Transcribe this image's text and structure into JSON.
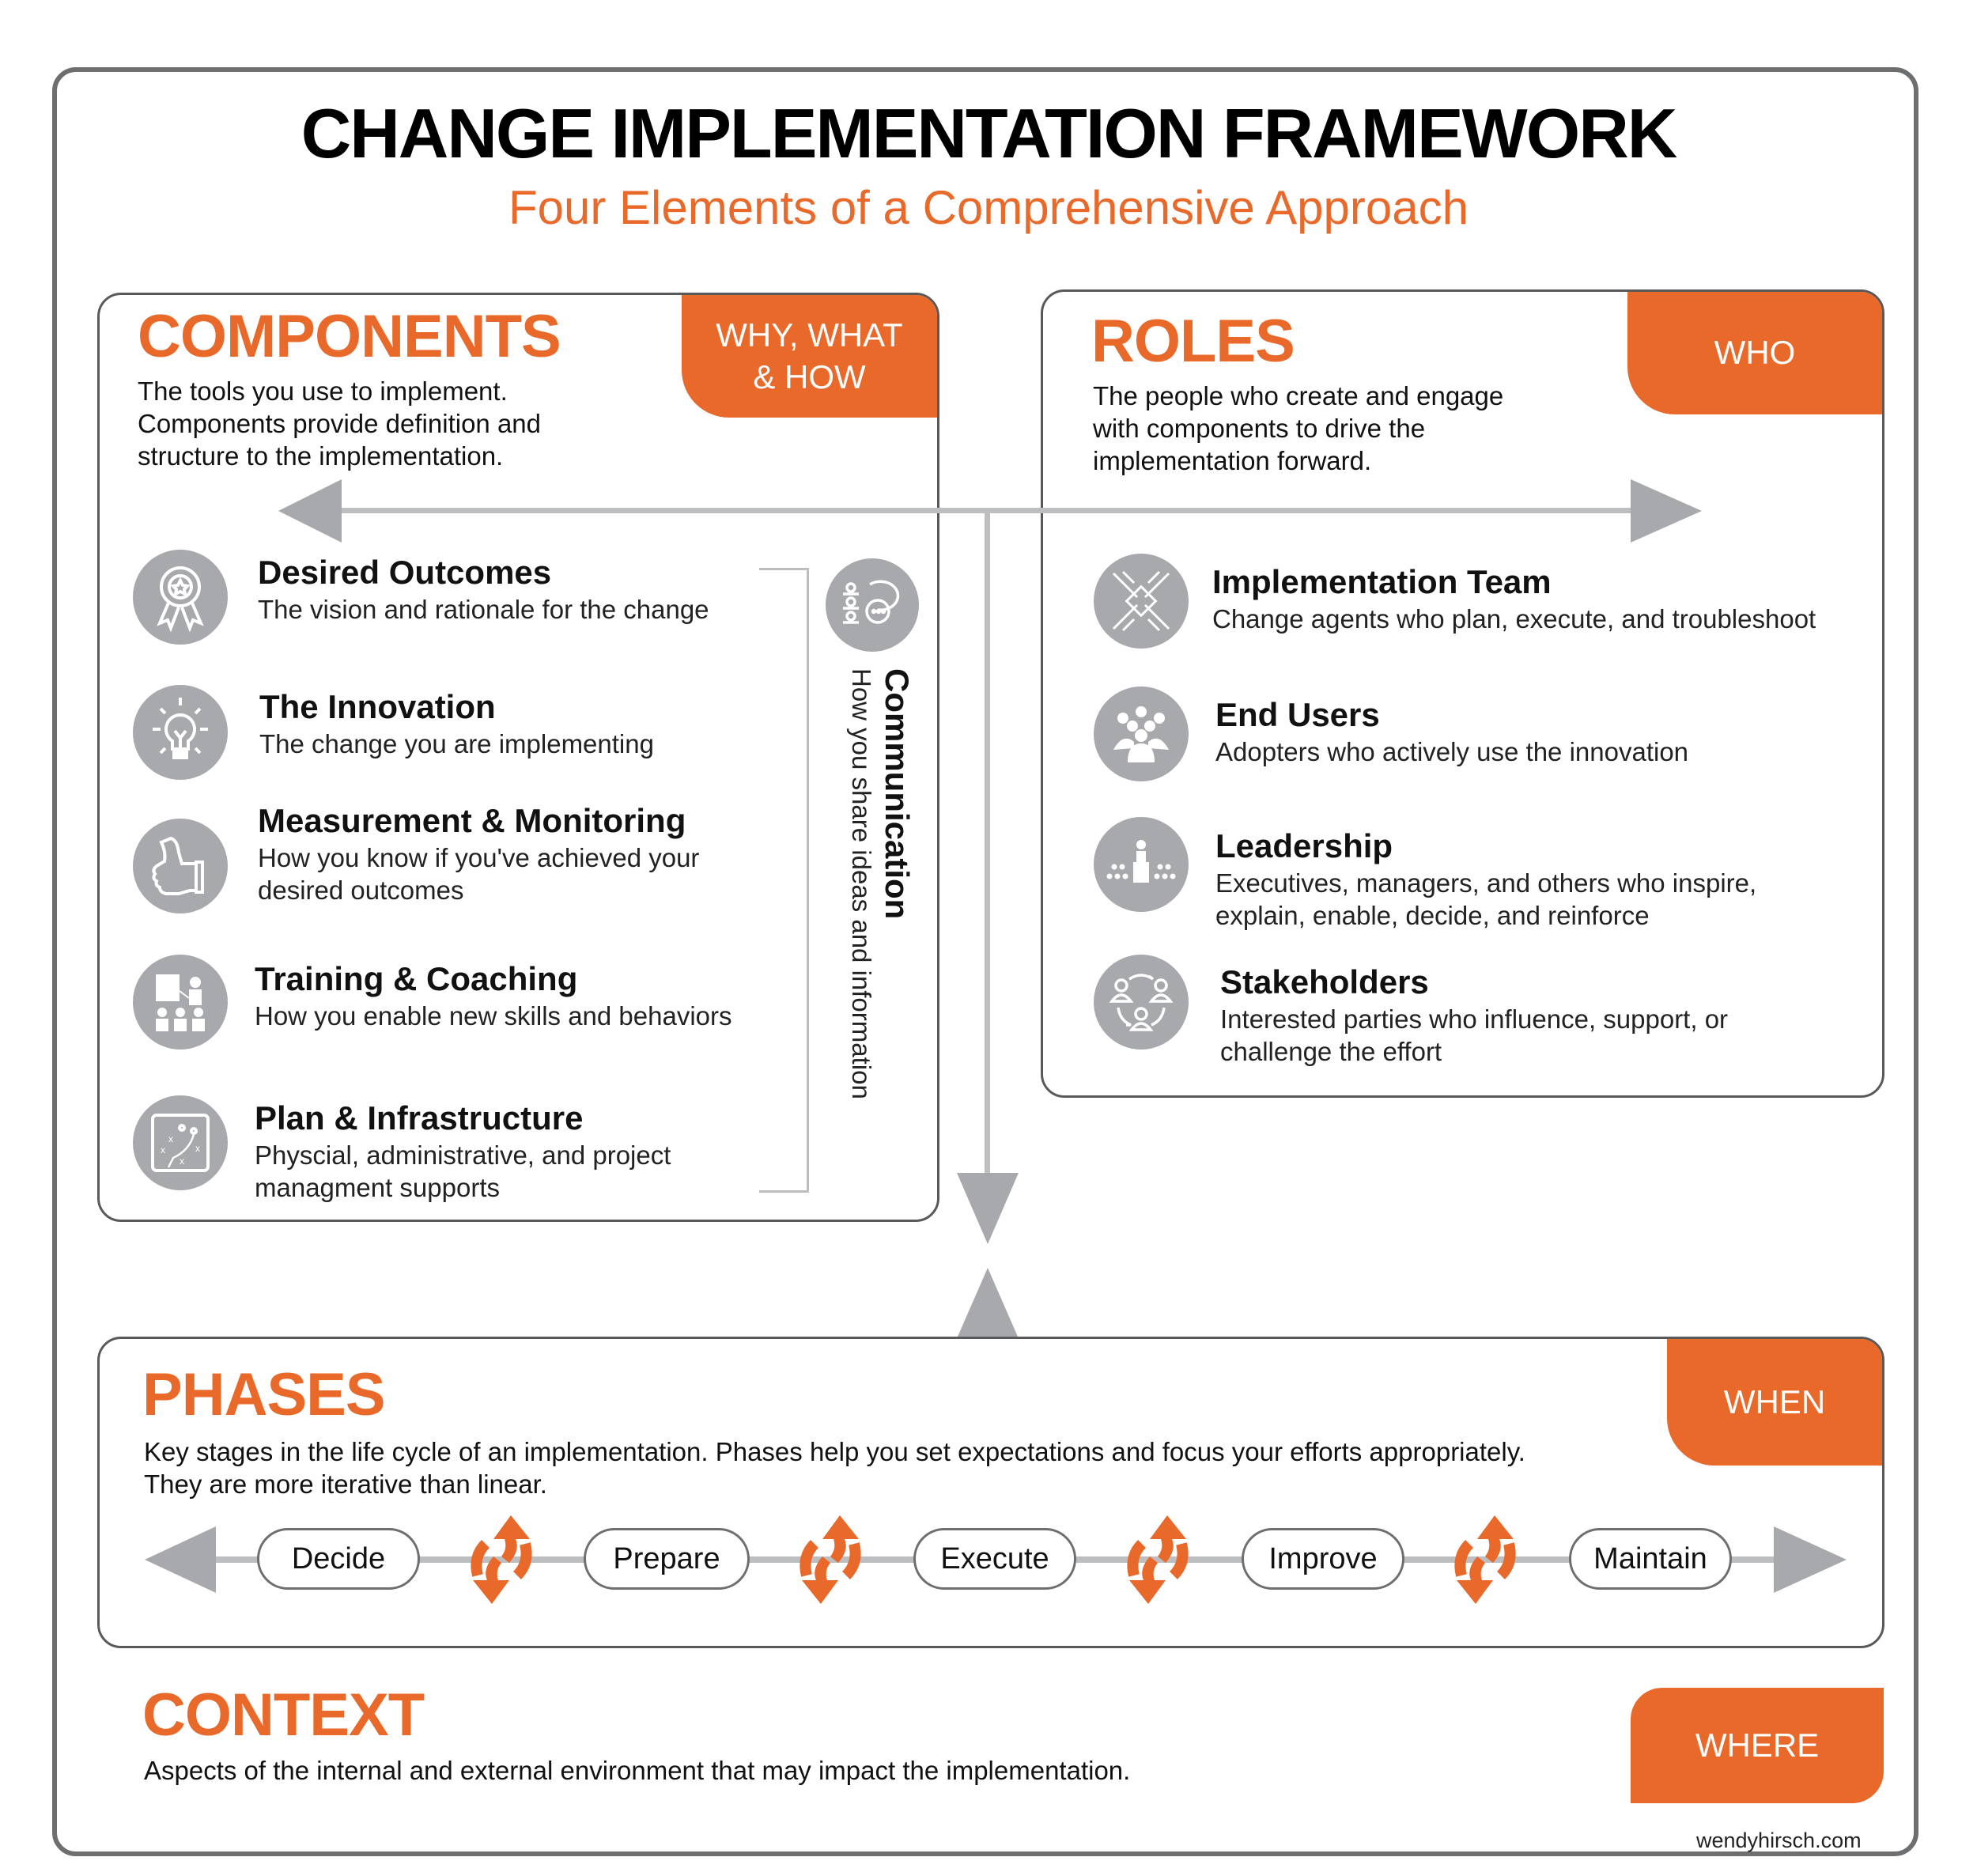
{
  "header": {
    "title": "CHANGE IMPLEMENTATION FRAMEWORK",
    "subtitle": "Four Elements of a Comprehensive Approach"
  },
  "colors": {
    "accent": "#e8692a",
    "icon_gray": "#a7a9ac",
    "arrow_gray": "#a7a9ac",
    "line_gray": "#bcbec0",
    "border": "#58595b"
  },
  "components": {
    "title": "COMPONENTS",
    "tab": "WHY, WHAT & HOW",
    "tab_line1": "WHY, WHAT",
    "tab_line2": "& HOW",
    "desc_lines": [
      "The tools you use to implement.",
      "Components provide definition and",
      "structure to the implementation."
    ],
    "items": [
      {
        "icon": "award-ribbon-icon",
        "title": "Desired Outcomes",
        "desc": [
          "The vision and rationale for the change"
        ]
      },
      {
        "icon": "lightbulb-icon",
        "title": "The Innovation",
        "desc": [
          "The change you are implementing"
        ]
      },
      {
        "icon": "thumbs-up-icon",
        "title": "Measurement & Monitoring",
        "desc": [
          "How you know if you've achieved your",
          "desired outcomes"
        ]
      },
      {
        "icon": "presentation-icon",
        "title": "Training & Coaching",
        "desc": [
          "How you enable new skills and behaviors"
        ]
      },
      {
        "icon": "strategy-board-icon",
        "title": "Plan & Infrastructure",
        "desc": [
          "Physcial, administrative, and project",
          "managment supports"
        ]
      }
    ],
    "communication": {
      "icon": "chat-group-icon",
      "title": "Communication",
      "desc": "How you share ideas and information"
    }
  },
  "roles": {
    "title": "ROLES",
    "tab": "WHO",
    "desc_lines": [
      "The people who create and engage",
      "with components to drive the",
      "implementation forward."
    ],
    "items": [
      {
        "icon": "team-hands-icon",
        "title": "Implementation Team",
        "desc": [
          "Change agents who plan, execute, and troubleshoot"
        ]
      },
      {
        "icon": "group-users-icon",
        "title": "End Users",
        "desc": [
          "Adopters who actively use the innovation"
        ]
      },
      {
        "icon": "podium-leader-icon",
        "title": "Leadership",
        "desc": [
          "Executives, managers, and others who inspire,",
          "explain, enable, decide, and reinforce"
        ]
      },
      {
        "icon": "stakeholder-cycle-icon",
        "title": "Stakeholders",
        "desc": [
          "Interested parties who influence, support, or",
          "challenge the effort"
        ]
      }
    ]
  },
  "phases": {
    "title": "PHASES",
    "tab": "WHEN",
    "desc_lines": [
      "Key stages in the life cycle of an implementation. Phases help you set expectations and focus your efforts appropriately.",
      "They are more iterative than linear."
    ],
    "steps": [
      "Decide",
      "Prepare",
      "Execute",
      "Improve",
      "Maintain"
    ]
  },
  "context": {
    "title": "CONTEXT",
    "tab": "WHERE",
    "desc": "Aspects of the internal and external environment that may impact the implementation."
  },
  "footer": {
    "credit": "wendyhirsch.com"
  }
}
